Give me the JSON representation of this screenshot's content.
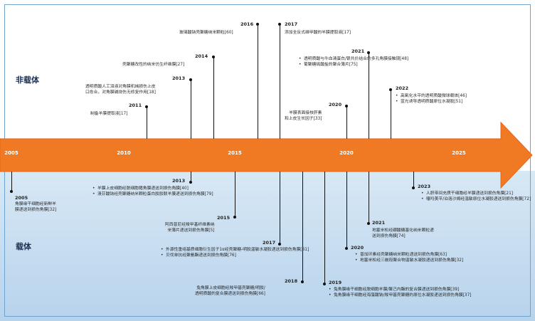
{
  "zones": {
    "top": "非载体",
    "bottom": "载体"
  },
  "axis_years": [
    "2005",
    "2010",
    "2015",
    "2020",
    "2025"
  ],
  "colors": {
    "arrow": "#f07a23",
    "arrow_edge": "#e8651a",
    "bottom_bg": "#c6dcf0",
    "text": "#222222"
  },
  "top_events": [
    {
      "year": "2011",
      "lines": [
        "制备羊膜提取液[17]"
      ]
    },
    {
      "year": "2013",
      "lines": [
        "透明质酸人工泪液对角膜机械损伤上皮",
        "口愈合，对角膜碱烧伤无修复作用[18]"
      ]
    },
    {
      "year": "2014",
      "lines": [
        "壳聚糖改性的纳米仿生纤维膜[27]"
      ]
    },
    {
      "year": "2016",
      "lines": [
        "玻璃酸钠壳聚糖纳米颗粒[60]"
      ]
    },
    {
      "year": "2017",
      "lines": [
        "添加全反式维甲酸的羊膜提取液[17]"
      ]
    },
    {
      "year": "2020",
      "lines": [
        "羊膜表面接枝肝素",
        "和上皮生长因子[33]"
      ]
    },
    {
      "year": "2021",
      "items": [
        "透明质酸与牛血清蛋白/银共价结合的多孔角膜接触镜[48]",
        "葡聚糖硫酸盐的聚合薄片[75]"
      ]
    },
    {
      "year": "2022",
      "items": [
        "高氧化水平的透明质酸微球载体[46]",
        "蓝光诱导透明质酸原位水凝胶[51]"
      ]
    }
  ],
  "bottom_events": [
    {
      "year": "2005",
      "lines": [
        "角膜缘干细胞经新鲜羊",
        "膜递送到损伤角膜[32]"
      ]
    },
    {
      "year": "2013",
      "items": [
        "羊膜上皮细胞经脱细胞猪角膜递送到损伤角膜[40]",
        "溴芬酸钠经壳聚糖纳米颗粒蛋白胶胶联羊膜递送到损伤角膜[79]"
      ]
    },
    {
      "year": "2015",
      "lines": [
        "阿西普尼经羧甲基纤维素纳",
        "米薄片递送到损伤角膜[5]"
      ]
    },
    {
      "year": "2017",
      "items": [
        "外源性重组基质细胞衍生因子1α经壳聚糖-明胶温敏水凝胶递送到损伤角膜[61]",
        "贝伐单抗经聚氨酯递送到损伤角膜[76]"
      ]
    },
    {
      "year": "2018",
      "lines": [
        "兔角膜上皮细胞经羧甲基壳聚糖/明胶/",
        "透明质酸的复合膜递送到损伤角膜[66]"
      ]
    },
    {
      "year": "2019",
      "items": [
        "兔角膜缘干细胞经脱细胞羊膜/聚己内酯的复合膜递送到损伤角膜[39]",
        "兔角膜缘干细胞经海藻酸钠/羧甲基壳聚糖的原位水凝胶递送到损伤角膜[37]"
      ]
    },
    {
      "year": "2020",
      "items": [
        "普加环素经壳聚糖纳米颗粒递送到损伤角膜[63]",
        "地塞米松经三嵌段聚合物温敏水凝胶递送到损伤角膜[32]"
      ]
    },
    {
      "year": "2021",
      "lines": [
        "地塞米松经硼酸糖基化纳米颗粒递",
        "送到损伤角膜[74]"
      ]
    },
    {
      "year": "2023",
      "items": [
        "人脐带间充质干细胞经羊膜递送到损伤角膜[21]",
        "噻吗美平/泊洛沙姆经温敏原位水凝胶递送到损伤角膜[72]"
      ]
    }
  ]
}
